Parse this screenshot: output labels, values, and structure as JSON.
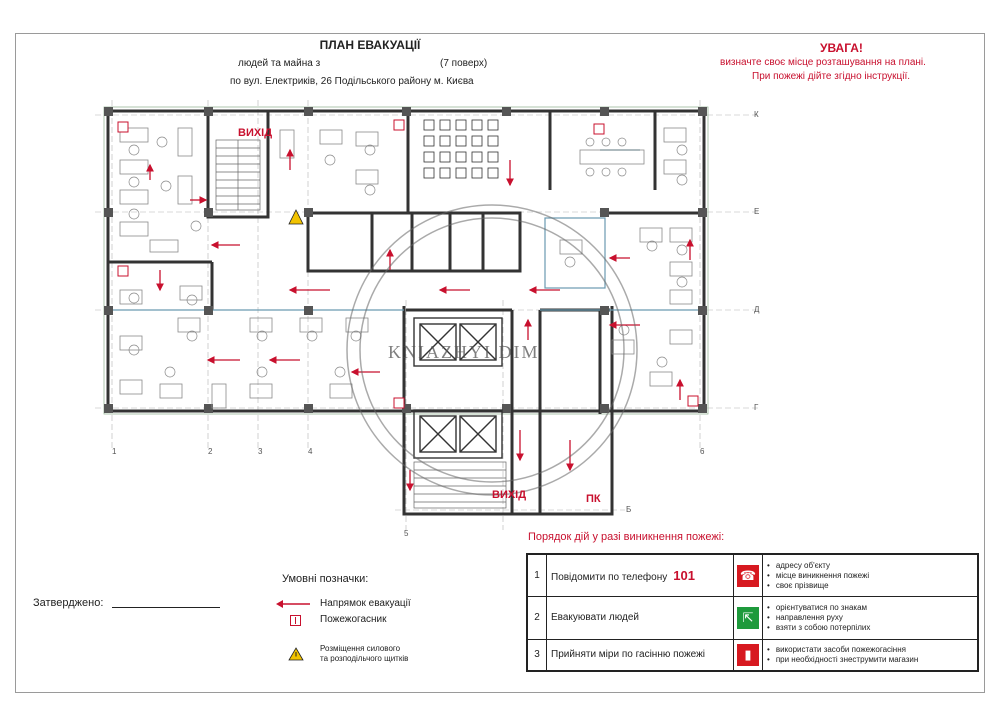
{
  "header": {
    "title": "ПЛАН ЕВАКУАЦІЇ",
    "subtitle_line1_a": "людей та майна з",
    "subtitle_line1_b": "(7 поверх)",
    "subtitle_line2": "по вул. Електриків, 26 Подільського району м. Києва"
  },
  "warning": {
    "title": "УВАГА!",
    "line1": "визначте своє місце розташування на плані.",
    "line2": "При пожежі дійте згідно інструкції."
  },
  "plan": {
    "exit_label_1": "ВИХІД",
    "exit_label_2": "ВИХІД",
    "pk_label": "ПК",
    "watermark": "KNIAZHYI DIM",
    "col_axis": [
      "1",
      "2",
      "3",
      "4",
      "5",
      "6"
    ],
    "row_axis": [
      "К",
      "Е",
      "Д",
      "Г",
      "Б"
    ],
    "colors": {
      "walls": "#333333",
      "arrows": "#c8102e",
      "furniture": "#8a8a8a",
      "partitions": "#6a9ab0"
    }
  },
  "procedure": {
    "title": "Порядок дій у разі виникнення пожежі:",
    "steps": [
      {
        "num": "1",
        "action": "Повідомити по телефону",
        "phone": "101",
        "icon": "phone-icon",
        "notes": [
          "адресу об'єкту",
          "місце виникнення пожежі",
          "своє прізвище"
        ]
      },
      {
        "num": "2",
        "action": "Евакуювати людей",
        "icon": "running-man-icon",
        "notes": [
          "орієнтуватися по знакам",
          "направлення руху",
          "взяти з собою потерпілих"
        ]
      },
      {
        "num": "3",
        "action": "Прийняти міри по гасінню пожежі",
        "icon": "fire-extinguisher-icon",
        "notes": [
          "використати засоби пожежогасіння",
          "при необхідності знеструмити магазин"
        ]
      }
    ]
  },
  "legend": {
    "title": "Умовні позначки:",
    "items": [
      {
        "label": "Напрямок евакуації",
        "icon": "evacuation-arrow-icon"
      },
      {
        "label": "Пожежогасник",
        "icon": "extinguisher-icon"
      },
      {
        "label": "Розміщення силового",
        "label2": "та розподільчого щитків",
        "icon": "warning-triangle-icon"
      }
    ]
  },
  "approval": {
    "label": "Затверджено:"
  },
  "icon_colors": {
    "red": "#d71920",
    "green": "#1e9a3c"
  }
}
